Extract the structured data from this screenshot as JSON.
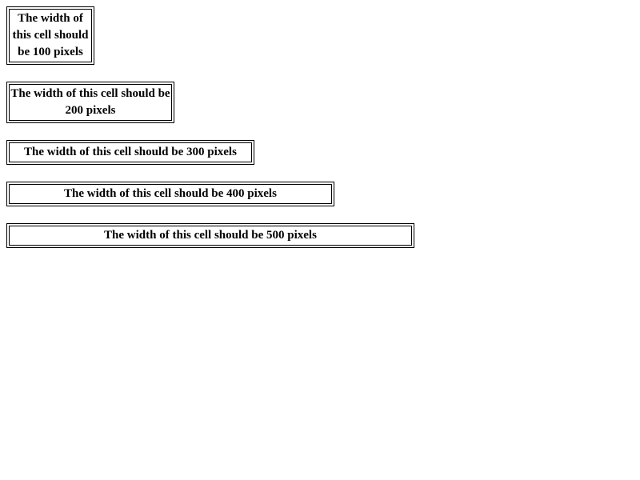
{
  "cells": [
    {
      "text": "The width of this cell should be 100 pixels"
    },
    {
      "text": "The width of this cell should be 200 pixels"
    },
    {
      "text": "The width of this cell should be 300 pixels"
    },
    {
      "text": "The width of this cell should be 400 pixels"
    },
    {
      "text": "The width of this cell should be 500 pixels"
    }
  ]
}
